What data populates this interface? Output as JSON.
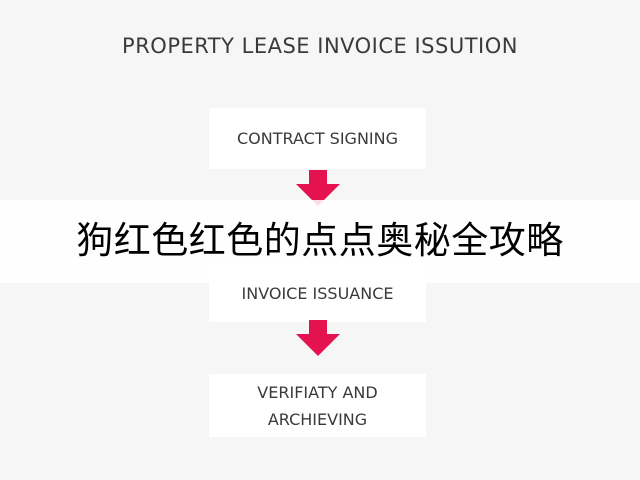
{
  "diagram": {
    "title": "PROPERTY LEASE INVOICE ISSUTION",
    "steps": [
      {
        "label": "CONTRACT SIGNING"
      },
      {
        "label": "INVOICE ISSUANCE"
      },
      {
        "label_lines": [
          "VERIFIATY AND",
          "ARCHIEVING"
        ]
      }
    ],
    "arrow_icon": "down-arrow-icon",
    "colors": {
      "arrow": "#e4124f",
      "background": "#f6f6f6",
      "box": "#ffffff",
      "text": "#3a3a3a"
    }
  },
  "overlay": {
    "banner_text": "狗红色红色的点点奥秘全攻略"
  }
}
